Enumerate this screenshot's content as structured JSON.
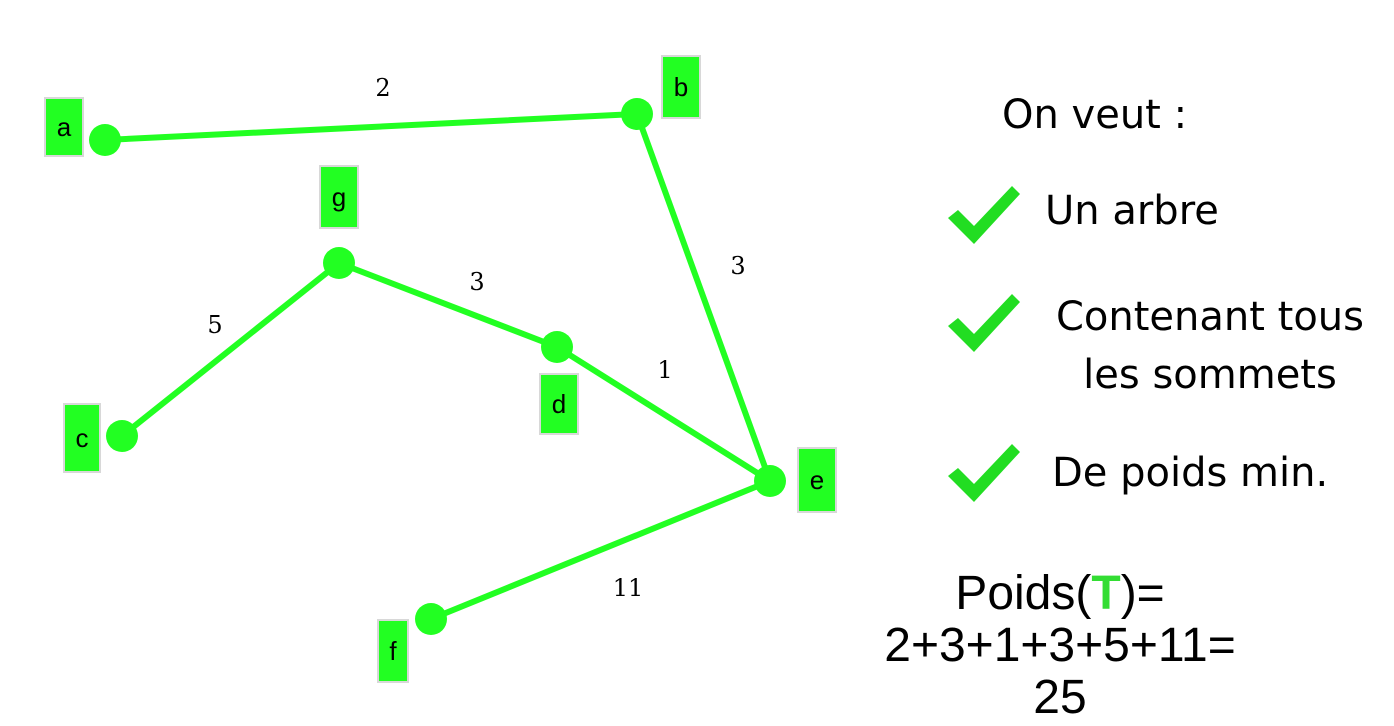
{
  "graph": {
    "nodes": [
      {
        "id": "a",
        "label": "a"
      },
      {
        "id": "b",
        "label": "b"
      },
      {
        "id": "c",
        "label": "c"
      },
      {
        "id": "d",
        "label": "d"
      },
      {
        "id": "e",
        "label": "e"
      },
      {
        "id": "f",
        "label": "f"
      },
      {
        "id": "g",
        "label": "g"
      }
    ],
    "edges": [
      {
        "from": "a",
        "to": "b",
        "weight": "2"
      },
      {
        "from": "b",
        "to": "e",
        "weight": "3"
      },
      {
        "from": "g",
        "to": "d",
        "weight": "3"
      },
      {
        "from": "d",
        "to": "e",
        "weight": "1"
      },
      {
        "from": "g",
        "to": "c",
        "weight": "5"
      },
      {
        "from": "e",
        "to": "f",
        "weight": "11"
      }
    ],
    "colors": {
      "edge": "#22ff22",
      "node": "#22ff22",
      "label_bg": "#22ff22"
    }
  },
  "panel": {
    "title": "On veut :",
    "criteria": [
      {
        "icon": "check-icon",
        "line1": "Un arbre",
        "line2": ""
      },
      {
        "icon": "check-icon",
        "line1": "Contenant tous",
        "line2": "les sommets"
      },
      {
        "icon": "check-icon",
        "line1": "De poids min.",
        "line2": ""
      }
    ],
    "check_color": "#22dd22"
  },
  "weight": {
    "prefix": "Poids(",
    "tree_symbol": "T",
    "suffix": ")=",
    "sum": "2+3+1+3+5+11=",
    "total": "25",
    "symbol_color": "#33dd33"
  }
}
